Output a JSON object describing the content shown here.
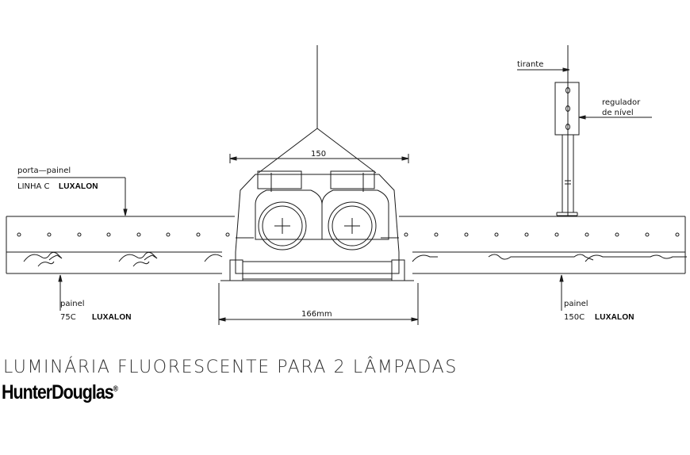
{
  "labels": {
    "porta_painel": "porta—painel",
    "linha_c": "LINHA C",
    "painel_left": "painel",
    "painel_left_code": "75C",
    "painel_right": "painel",
    "painel_right_code": "150C",
    "tirante": "tirante",
    "regulador_1": "regulador",
    "regulador_2": "de nível"
  },
  "dimensions": {
    "top": "150",
    "bottom": "166mm"
  },
  "brands": {
    "luxalon": "LUXALON",
    "hunterdouglas": "HunterDouglas"
  },
  "title": "LUMINÁRIA FLUORESCENTE PARA 2 LÂMPADAS",
  "colors": {
    "line": "#1a1a1a",
    "background": "#ffffff"
  }
}
